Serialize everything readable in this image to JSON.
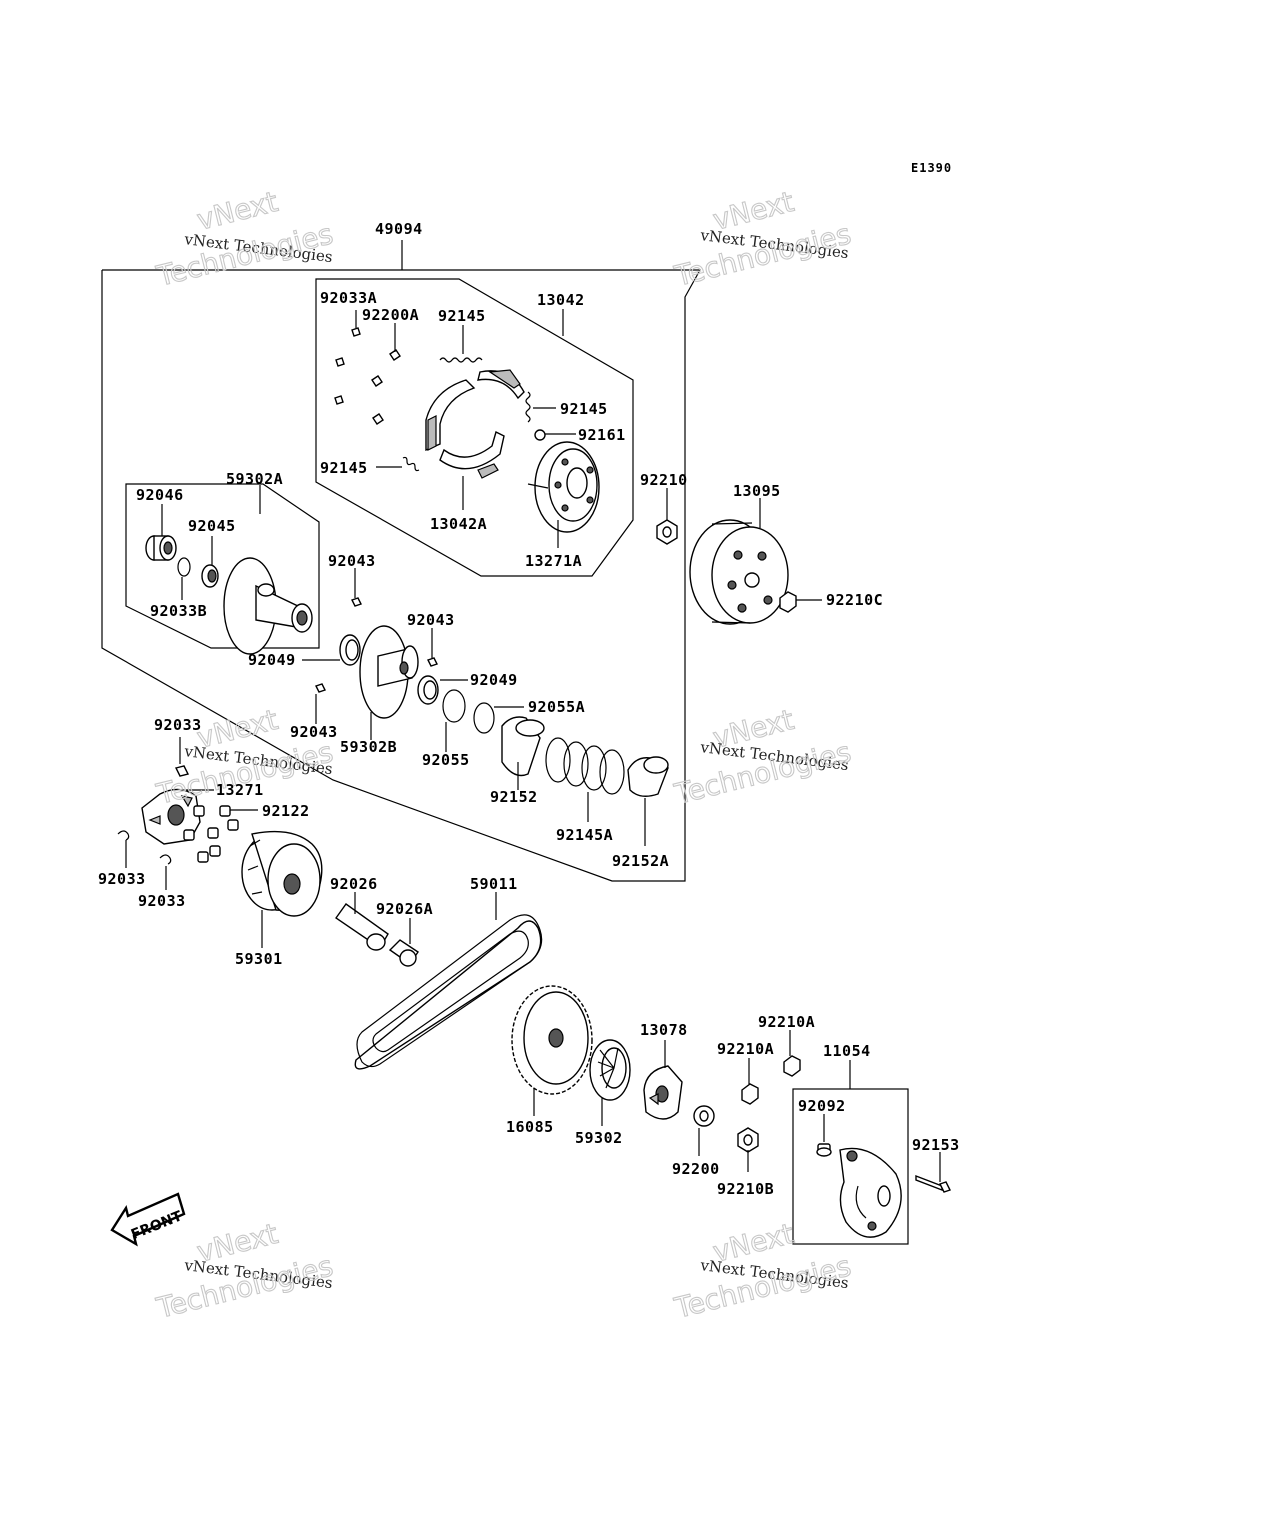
{
  "diagram_code": "E1390",
  "watermark": {
    "small": "vNext Technologies",
    "big_top": "vNext",
    "big_bottom": "Technologies"
  },
  "front_label": "FRONT",
  "labels": {
    "p49094": "49094",
    "p92033A": "92033A",
    "p92200A": "92200A",
    "p92145_top": "92145",
    "p13042": "13042",
    "p92145_right": "92145",
    "p92161": "92161",
    "p92145_left": "92145",
    "p13042A": "13042A",
    "p13271A": "13271A",
    "p92210": "92210",
    "p13095": "13095",
    "p92210C": "92210C",
    "p92046": "92046",
    "p59302A": "59302A",
    "p92045": "92045",
    "p92033B": "92033B",
    "p92043_top": "92043",
    "p92043_mid": "92043",
    "p92049_left": "92049",
    "p92049_right": "92049",
    "p92055A": "92055A",
    "p92043_low": "92043",
    "p59302B": "59302B",
    "p92055": "92055",
    "p92152": "92152",
    "p92145A": "92145A",
    "p92152A": "92152A",
    "p92033_top": "92033",
    "p13271": "13271",
    "p92122": "92122",
    "p92033_left": "92033",
    "p92033_bottom": "92033",
    "p59301": "59301",
    "p92026": "92026",
    "p92026A": "92026A",
    "p59011": "59011",
    "p16085": "16085",
    "p59302": "59302",
    "p13078": "13078",
    "p92200": "92200",
    "p92210A_upper": "92210A",
    "p92210A_lower": "92210A",
    "p92210B": "92210B",
    "p11054": "11054",
    "p92092": "92092",
    "p92153": "92153"
  }
}
